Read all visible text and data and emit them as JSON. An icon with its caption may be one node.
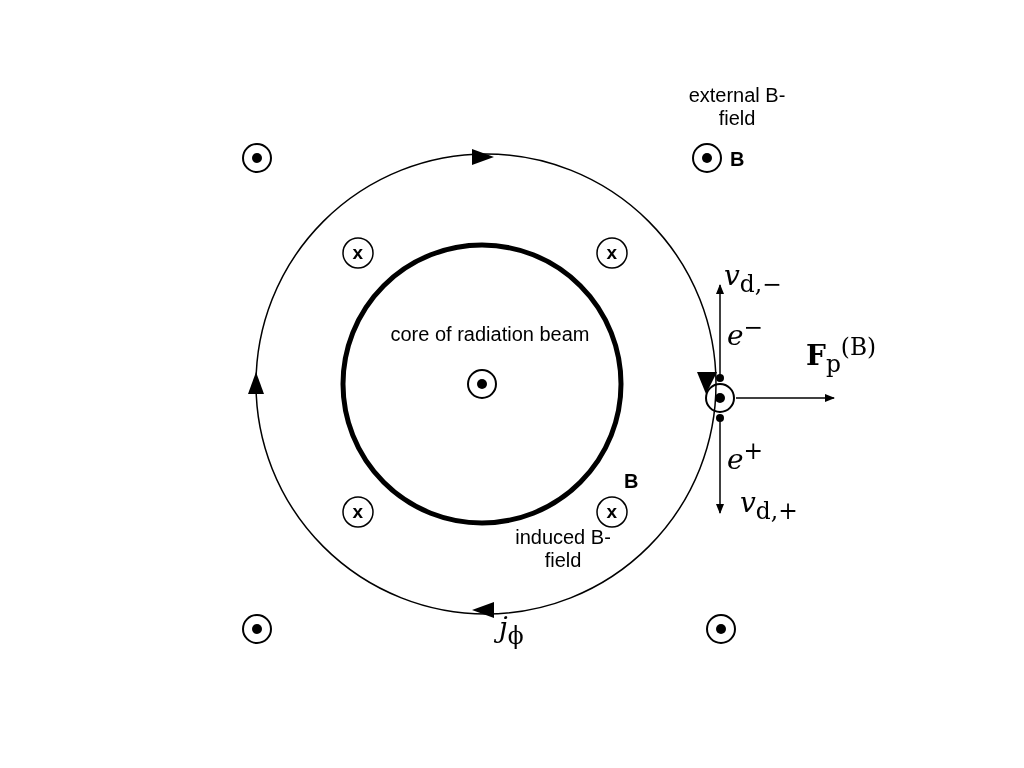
{
  "diagram": {
    "labels": [
      "external B-field",
      "B",
      "x",
      "x",
      "*v*$_{d,−}$",
      "core of radiation beam",
      "*e*$^{−}$",
      "**F**$_{p}$$^{(B)}$",
      "*e*$^{+}$",
      "B",
      "x",
      "x",
      "*v*$_{d,+}$",
      "induced B-field",
      "*j*$_{ϕ}$"
    ]
  }
}
